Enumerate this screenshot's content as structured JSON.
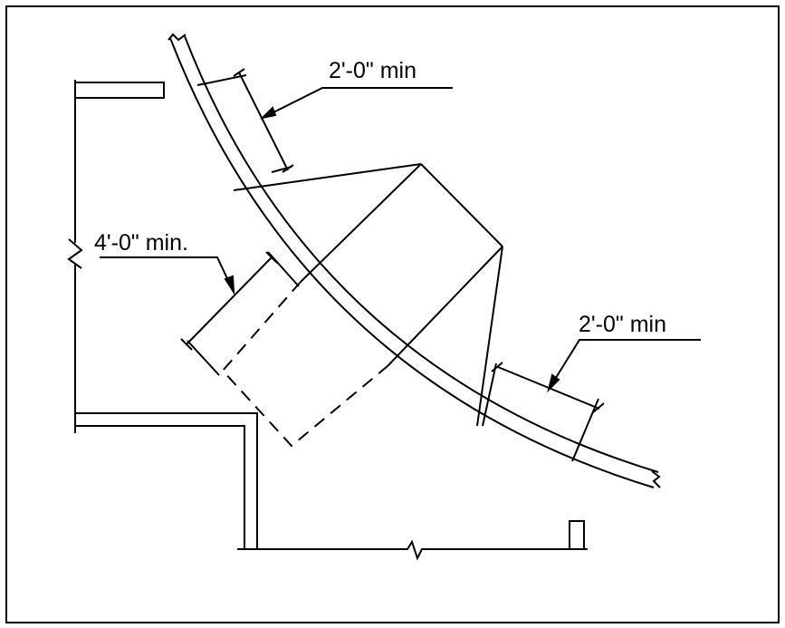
{
  "labels": {
    "top_dimension": "2'-0\" min",
    "left_dimension": "4'-0\" min.",
    "right_dimension": "2'-0\" min"
  },
  "colors": {
    "line": "#000000",
    "background": "#ffffff"
  }
}
